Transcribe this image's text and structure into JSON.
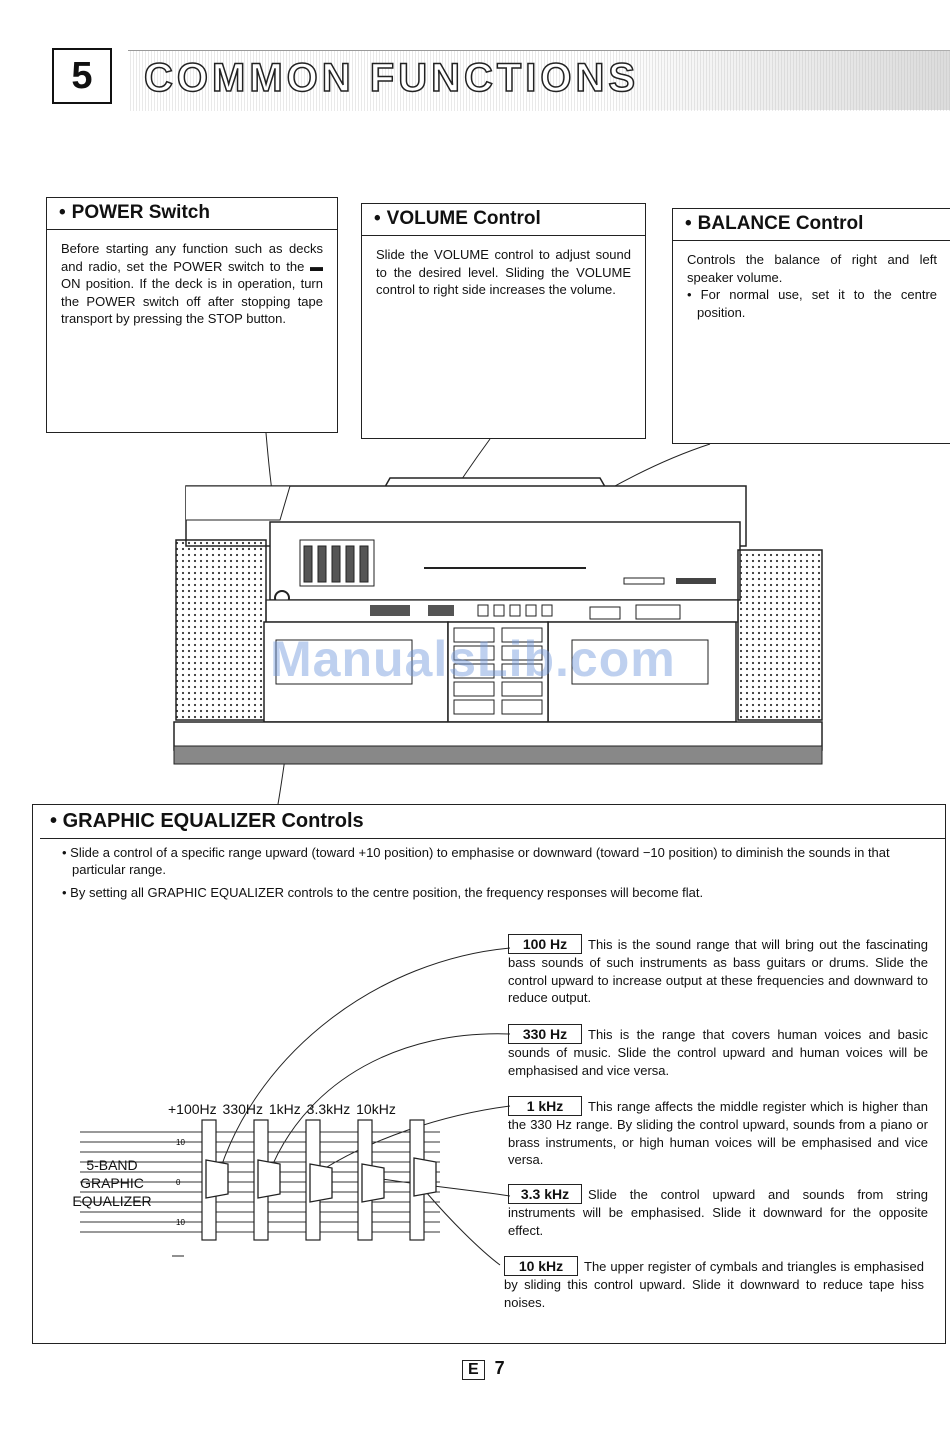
{
  "header": {
    "section_number": "5",
    "title": "COMMON FUNCTIONS"
  },
  "power": {
    "heading": "POWER Switch",
    "body": "Before starting any function such as decks and radio, set the POWER switch to the ▬ ON position. If the deck is in operation, turn the POWER switch off after stopping tape transport by pressing the STOP button."
  },
  "volume": {
    "heading": "VOLUME Control",
    "body": "Slide the VOLUME control to adjust sound to the desired level. Sliding the VOLUME control to right side increases the volume."
  },
  "balance": {
    "heading": "BALANCE Control",
    "body": "Controls the balance of right and left speaker volume.",
    "bullet": "For normal use, set it to the centre position."
  },
  "watermark": "ManualsLib.com",
  "equalizer": {
    "heading": "GRAPHIC EQUALIZER Controls",
    "bullets": [
      "Slide a control of a specific range upward (toward +10 position) to emphasise or downward (toward −10 position) to diminish the sounds in that particular range.",
      "By setting all GRAPHIC EQUALIZER controls to the centre position, the frequency responses will become flat."
    ],
    "freq_labels": "+100Hz 330Hz 1kHz 3.3kHz 10kHz",
    "caption": "5-BAND GRAPHIC EQUALIZER",
    "scale_top": "10",
    "scale_mid": "0",
    "scale_bottom": "10",
    "bands": [
      {
        "label": "100 Hz",
        "text": "This is the sound range that will bring out the fascinating bass sounds of such instruments as bass guitars or drums. Slide the control upward to increase output at these frequencies and downward to reduce output."
      },
      {
        "label": "330 Hz",
        "text": "This is the range that covers human voices and basic sounds of music. Slide the control upward and human voices will be emphasised and vice versa."
      },
      {
        "label": "1 kHz",
        "text": "This range affects the middle register which is higher than the 330 Hz range. By sliding the control upward, sounds from a piano or brass instruments, or high human voices will be emphasised and vice versa."
      },
      {
        "label": "3.3 kHz",
        "text": "Slide the control upward and sounds from string instruments will be emphasised. Slide it downward for the opposite effect."
      },
      {
        "label": "10 kHz",
        "text": "The upper register of cymbals and triangles is emphasised by sliding this control upward. Slide it downward to reduce tape hiss noises."
      }
    ]
  },
  "footer": {
    "lang": "E",
    "page": "7"
  }
}
